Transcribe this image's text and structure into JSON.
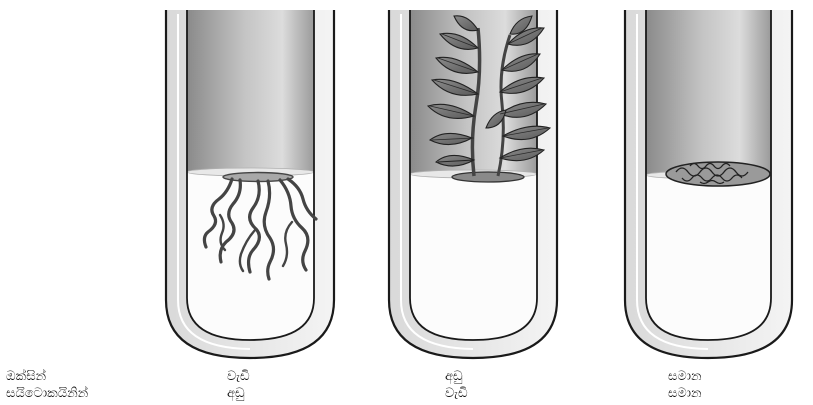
{
  "row_labels": {
    "auxin": "ඔක්සින්",
    "cytokinin": "සයිටොකයිනින්"
  },
  "tubes": [
    {
      "auxin": "වැඩි",
      "cytokinin": "අඩු",
      "growth": "roots"
    },
    {
      "auxin": "අඩු",
      "cytokinin": "වැඩි",
      "growth": "shoots"
    },
    {
      "auxin": "සමාන",
      "cytokinin": "සමාන",
      "growth": "callus"
    }
  ]
}
